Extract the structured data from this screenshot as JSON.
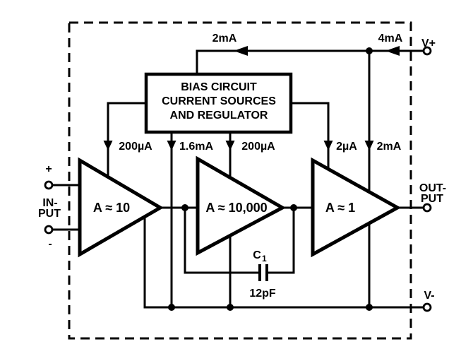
{
  "colors": {
    "ink": "#000000",
    "background": "#ffffff"
  },
  "terminals": {
    "v_plus": "V+",
    "v_minus": "V-",
    "output_line1": "OUT-",
    "output_line2": "PUT",
    "input_line1": "IN-",
    "input_line2": "PUT",
    "input_plus_sign": "+",
    "input_minus_sign": "-"
  },
  "bias_box": {
    "line1": "BIAS CIRCUIT",
    "line2": "CURRENT SOURCES",
    "line3": "AND REGULATOR"
  },
  "currents": {
    "top_left": "2mA",
    "top_right": "4mA",
    "stage1_bias": "200µA",
    "stage2_left_bias": "1.6mA",
    "stage2_bias": "200µA",
    "stage3_bias": "2µA",
    "stage3_rail": "2mA"
  },
  "amplifiers": [
    {
      "gain": "A ≈ 10"
    },
    {
      "gain": "A ≈ 10,000"
    },
    {
      "gain": "A ≈ 1"
    }
  ],
  "capacitor": {
    "designator": "C",
    "designator_sub": "1",
    "value": "12pF"
  }
}
